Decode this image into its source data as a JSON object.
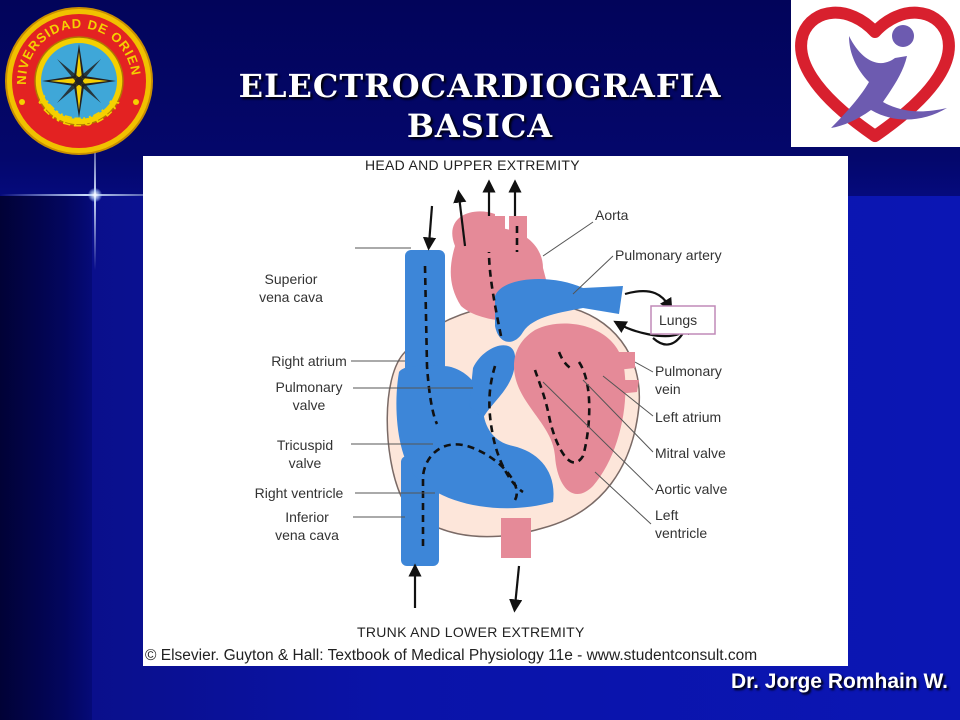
{
  "slide": {
    "title_line1": "ELECTROCARDIOGRAFIA",
    "title_line2": "BASICA",
    "author": "Dr. Jorge Romhain W."
  },
  "seal": {
    "text_top": "UNIVERSIDAD DE ORIENTE",
    "text_bottom": "VENEZUELA"
  },
  "figure": {
    "header": "HEAD AND UPPER EXTREMITY",
    "footer": "TRUNK AND LOWER EXTREMITY",
    "credit": "© Elsevier. Guyton & Hall: Textbook of Medical Physiology 11e - www.studentconsult.com",
    "labels_left": [
      [
        "Superior",
        "vena cava"
      ],
      [
        "Right atrium"
      ],
      [
        "Pulmonary",
        "valve"
      ],
      [
        "Tricuspid",
        "valve"
      ],
      [
        "Right ventricle"
      ],
      [
        "Inferior",
        "vena cava"
      ]
    ],
    "labels_right": [
      [
        "Aorta"
      ],
      [
        "Pulmonary artery"
      ],
      [
        "Pulmonary",
        "vein"
      ],
      [
        "Left atrium"
      ],
      [
        "Mitral valve"
      ],
      [
        "Aortic valve"
      ],
      [
        "Left",
        "ventricle"
      ]
    ],
    "lungs_label": "Lungs"
  },
  "colors": {
    "deoxygenated": "#3d86d8",
    "oxygenated": "#e58a98",
    "wall": "#fde6da"
  }
}
